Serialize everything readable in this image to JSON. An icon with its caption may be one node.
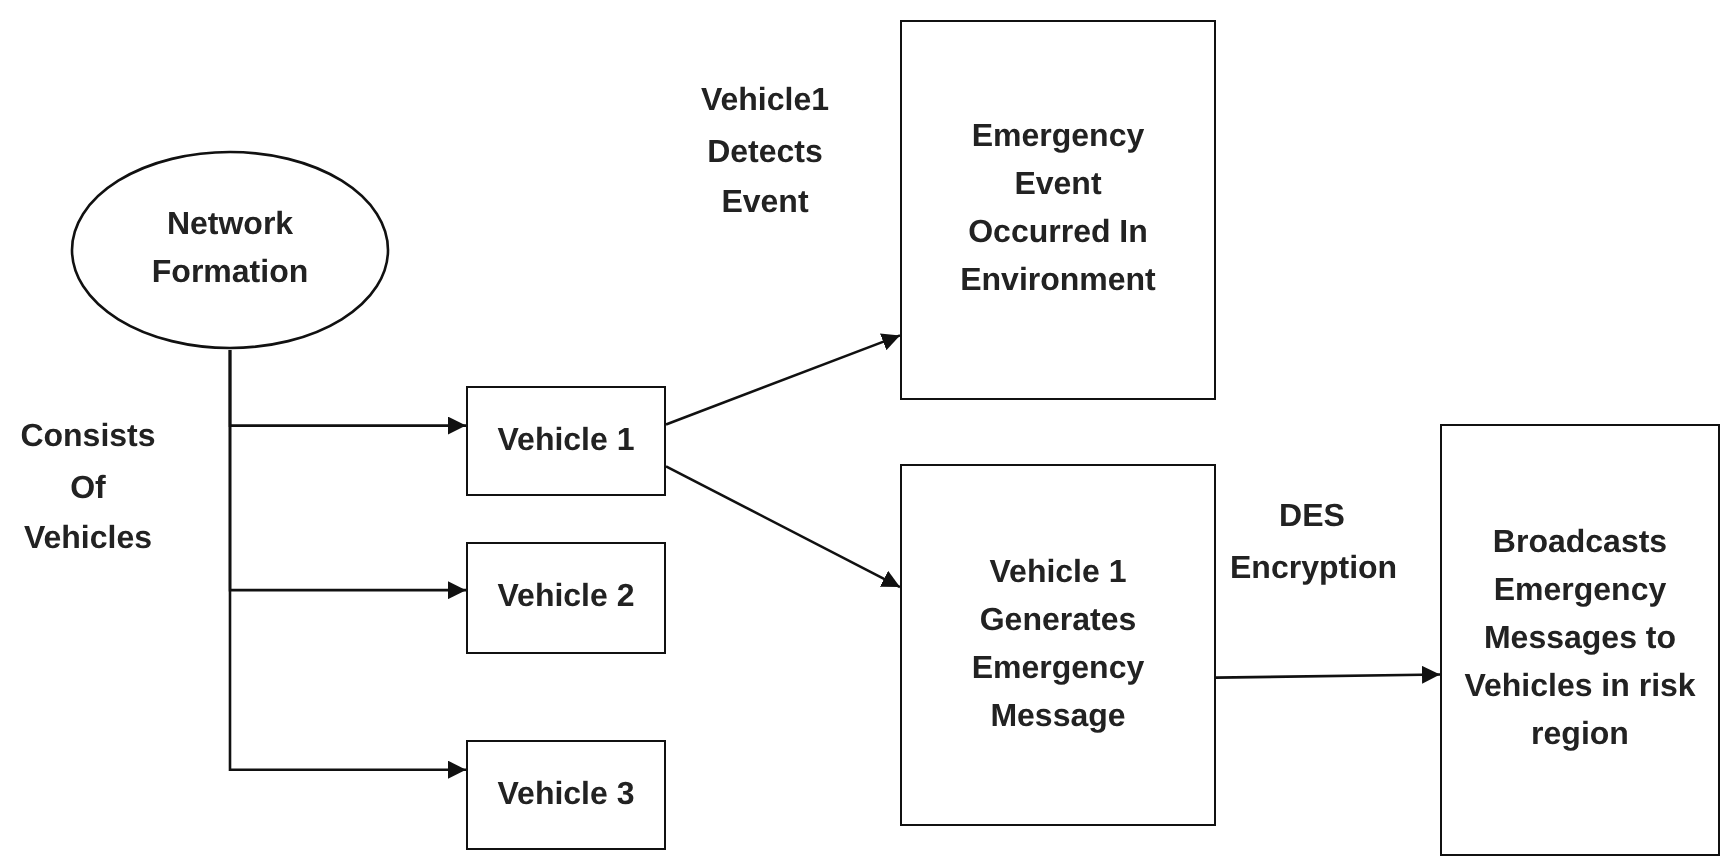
{
  "diagram": {
    "nodes": [
      {
        "text": [
          "Network Formation"
        ]
      },
      {
        "text": [
          "Vehicle 1"
        ]
      },
      {
        "text": [
          "Vehicle 2"
        ]
      },
      {
        "text": [
          "Vehicle 3"
        ]
      },
      {
        "text": [
          "Emergency Event Occurred In Environment"
        ]
      },
      {
        "text": [
          "Vehicle 1 Generates Emergency Message"
        ]
      },
      {
        "text": [
          "Broadcasts Emergency Messages to Vehicles in risk region"
        ]
      }
    ],
    "edges": [
      {
        "from": 0,
        "to": 1,
        "arrow": "to"
      },
      {
        "from": 0,
        "to": 2,
        "arrow": "to"
      },
      {
        "from": 0,
        "to": 3,
        "arrow": "to"
      },
      {
        "from": 1,
        "to": 4,
        "arrow": "to",
        "label": "Vehicle1 Detects Event"
      },
      {
        "from": 1,
        "to": 5,
        "arrow": "to"
      },
      {
        "from": 5,
        "to": 6,
        "arrow": "to",
        "label": "DES Encryption"
      }
    ],
    "labels": [
      "Consists Of Vehicles"
    ]
  }
}
